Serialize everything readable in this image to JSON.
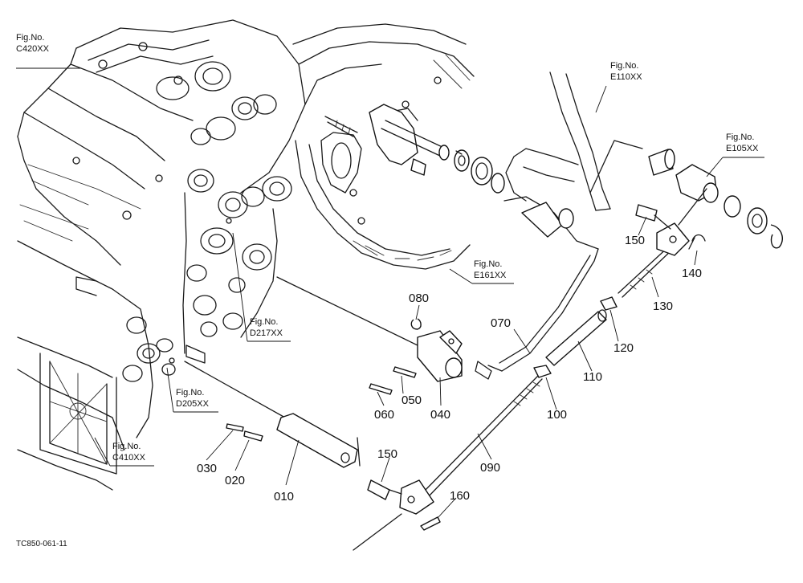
{
  "diagram_code": "TC850-061-11",
  "colors": {
    "ink": "#111111",
    "paper": "#ffffff"
  },
  "figure_refs": [
    {
      "id": "c420",
      "label": "Fig.No.",
      "code": "C420XX"
    },
    {
      "id": "e110",
      "label": "Fig.No.",
      "code": "E110XX"
    },
    {
      "id": "e105",
      "label": "Fig.No.",
      "code": "E105XX"
    },
    {
      "id": "e161",
      "label": "Fig.No.",
      "code": "E161XX"
    },
    {
      "id": "d217",
      "label": "Fig.No.",
      "code": "D217XX"
    },
    {
      "id": "d205",
      "label": "Fig.No.",
      "code": "D205XX"
    },
    {
      "id": "c410",
      "label": "Fig.No.",
      "code": "C410XX"
    }
  ],
  "part_labels": [
    {
      "id": "p010",
      "text": "010"
    },
    {
      "id": "p020",
      "text": "020"
    },
    {
      "id": "p030",
      "text": "030"
    },
    {
      "id": "p040",
      "text": "040"
    },
    {
      "id": "p050",
      "text": "050"
    },
    {
      "id": "p060",
      "text": "060"
    },
    {
      "id": "p070",
      "text": "070"
    },
    {
      "id": "p080",
      "text": "080"
    },
    {
      "id": "p090",
      "text": "090"
    },
    {
      "id": "p100",
      "text": "100"
    },
    {
      "id": "p110",
      "text": "110"
    },
    {
      "id": "p120",
      "text": "120"
    },
    {
      "id": "p130",
      "text": "130"
    },
    {
      "id": "p140",
      "text": "140"
    },
    {
      "id": "p150a",
      "text": "150"
    },
    {
      "id": "p150b",
      "text": "150"
    },
    {
      "id": "p160",
      "text": "160"
    }
  ]
}
